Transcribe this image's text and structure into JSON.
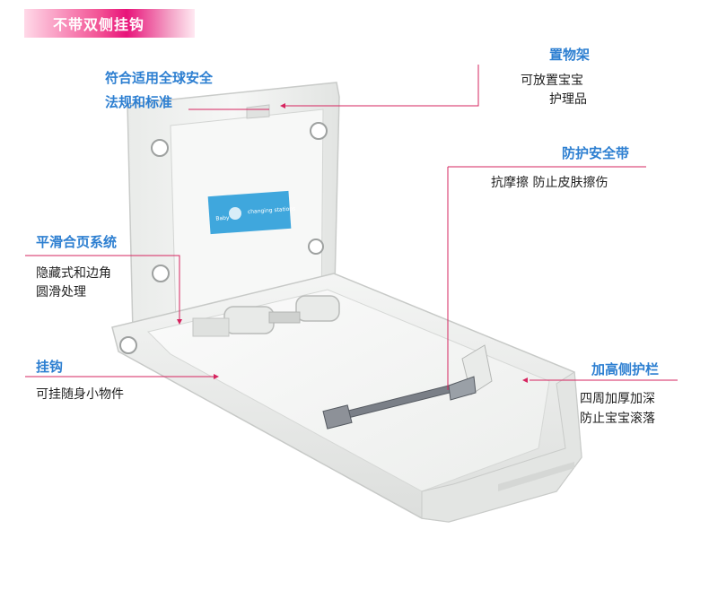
{
  "banner": {
    "text": "不带双侧挂钩"
  },
  "colors": {
    "accent_blue": "#2d7fd1",
    "line_pink": "#d6245f",
    "banner_pink": "#e8137a"
  },
  "features": {
    "standard": {
      "title_line1": "符合适用全球安全",
      "title_line2": "法规和标准"
    },
    "shelf": {
      "title": "置物架",
      "desc_line1": "可放置宝宝",
      "desc_line2": "护理品"
    },
    "belt": {
      "title": "防护安全带",
      "desc": "抗摩擦 防止皮肤擦伤"
    },
    "hinge": {
      "title": "平滑合页系统",
      "desc_line1": "隐藏式和边角",
      "desc_line2": "圆滑处理"
    },
    "hook": {
      "title": "挂钩",
      "desc": "可挂随身小物件"
    },
    "rail": {
      "title": "加高侧护栏",
      "desc_line1": "四周加厚加深",
      "desc_line2": "防止宝宝滚落"
    }
  },
  "product": {
    "sticker_left": "Baby",
    "sticker_right": "changing stations"
  }
}
